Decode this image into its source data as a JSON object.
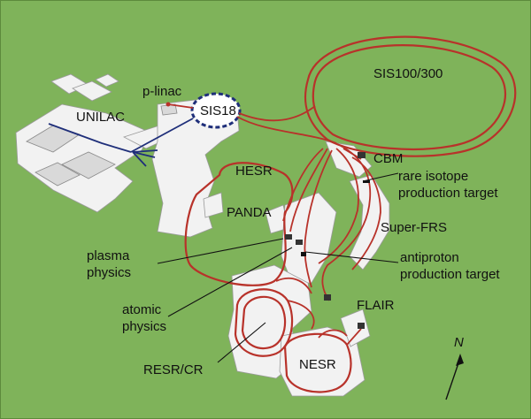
{
  "colors": {
    "background": "#7fb35a",
    "ring": "#b8322a",
    "unilac_beam": "#1f2f7a",
    "building": "#f2f2f2",
    "leader": "#111111"
  },
  "labels": {
    "p_linac": "p-linac",
    "unilac": "UNILAC",
    "sis18": "SIS18",
    "sis100": "SIS100/300",
    "hesr": "HESR",
    "cbm": "CBM",
    "rare_isotope_1": "rare isotope",
    "rare_isotope_2": "production target",
    "panda": "PANDA",
    "super_frs": "Super-FRS",
    "plasma_1": "plasma",
    "plasma_2": "physics",
    "antiproton_1": "antiproton",
    "antiproton_2": "production target",
    "atomic_1": "atomic",
    "atomic_2": "physics",
    "flair": "FLAIR",
    "resr_cr": "RESR/CR",
    "nesr": "NESR",
    "north": "N"
  }
}
